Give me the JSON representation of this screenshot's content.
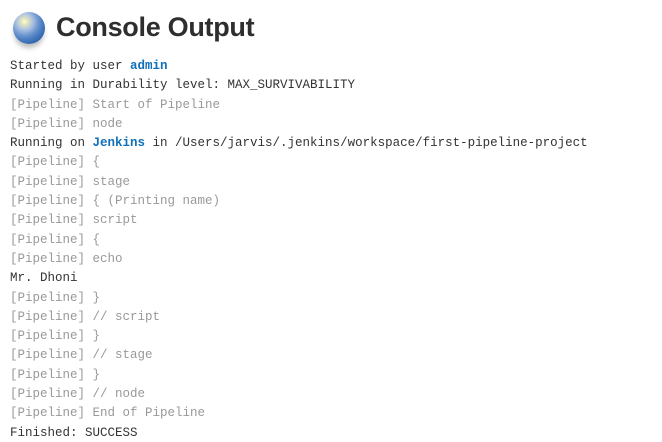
{
  "header": {
    "title": "Console Output",
    "status_icon": "blue-ball-success"
  },
  "colors": {
    "plain_text": "#333333",
    "pipeline_annotation": "#9a9999",
    "link_blue": "#1170b8",
    "title_text": "#2e2e2e",
    "ball_blue": "#3263ab",
    "background": "#ffffff"
  },
  "console": {
    "lines": [
      {
        "segments": [
          {
            "text": "Started by user ",
            "style": "plain"
          },
          {
            "text": "admin",
            "style": "link",
            "name": "user-admin-link"
          }
        ]
      },
      {
        "segments": [
          {
            "text": "Running in Durability level: MAX_SURVIVABILITY",
            "style": "plain"
          }
        ]
      },
      {
        "segments": [
          {
            "text": "[Pipeline] Start of Pipeline",
            "style": "pipeline"
          }
        ]
      },
      {
        "segments": [
          {
            "text": "[Pipeline] node",
            "style": "pipeline"
          }
        ]
      },
      {
        "segments": [
          {
            "text": "Running on ",
            "style": "plain"
          },
          {
            "text": "Jenkins",
            "style": "link",
            "name": "node-jenkins-link"
          },
          {
            "text": " in /Users/jarvis/.jenkins/workspace/first-pipeline-project",
            "style": "plain"
          }
        ]
      },
      {
        "segments": [
          {
            "text": "[Pipeline] {",
            "style": "pipeline"
          }
        ]
      },
      {
        "segments": [
          {
            "text": "[Pipeline] stage",
            "style": "pipeline"
          }
        ]
      },
      {
        "segments": [
          {
            "text": "[Pipeline] { (Printing name)",
            "style": "pipeline"
          }
        ]
      },
      {
        "segments": [
          {
            "text": "[Pipeline] script",
            "style": "pipeline"
          }
        ]
      },
      {
        "segments": [
          {
            "text": "[Pipeline] {",
            "style": "pipeline"
          }
        ]
      },
      {
        "segments": [
          {
            "text": "[Pipeline] echo",
            "style": "pipeline"
          }
        ]
      },
      {
        "segments": [
          {
            "text": "Mr. Dhoni",
            "style": "plain"
          }
        ]
      },
      {
        "segments": [
          {
            "text": "[Pipeline] }",
            "style": "pipeline"
          }
        ]
      },
      {
        "segments": [
          {
            "text": "[Pipeline] // script",
            "style": "pipeline"
          }
        ]
      },
      {
        "segments": [
          {
            "text": "[Pipeline] }",
            "style": "pipeline"
          }
        ]
      },
      {
        "segments": [
          {
            "text": "[Pipeline] // stage",
            "style": "pipeline"
          }
        ]
      },
      {
        "segments": [
          {
            "text": "[Pipeline] }",
            "style": "pipeline"
          }
        ]
      },
      {
        "segments": [
          {
            "text": "[Pipeline] // node",
            "style": "pipeline"
          }
        ]
      },
      {
        "segments": [
          {
            "text": "[Pipeline] End of Pipeline",
            "style": "pipeline"
          }
        ]
      },
      {
        "segments": [
          {
            "text": "Finished: SUCCESS",
            "style": "plain"
          }
        ]
      }
    ]
  }
}
